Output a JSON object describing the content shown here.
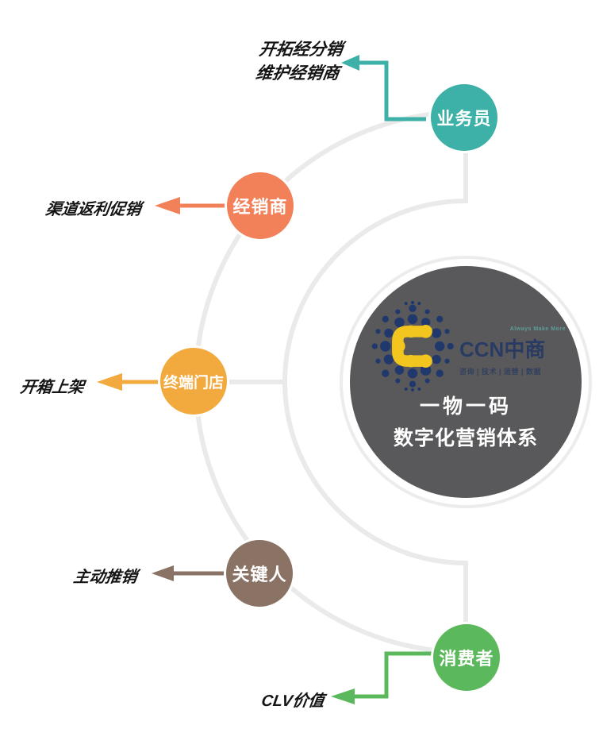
{
  "center_badge": {
    "logo": {
      "brand": "CCN中商",
      "slogan": "Always Make More",
      "tagline": "咨询 | 技术 | 运营 | 数据"
    },
    "title_line1": "一物一码",
    "title_line2": "数字化营销体系"
  },
  "nodes": [
    {
      "label": "业务员",
      "color": "#3DB1A8"
    },
    {
      "label": "经销商",
      "color": "#F2815A"
    },
    {
      "label": "终端门店",
      "color": "#F2A93D"
    },
    {
      "label": "关键人",
      "color": "#8A7265"
    },
    {
      "label": "消费者",
      "color": "#5CB85C"
    }
  ],
  "annotations": [
    {
      "line1": "开拓经分销",
      "line2": "维护经销商"
    },
    {
      "text": "渠道返利促销"
    },
    {
      "text": "开箱上架"
    },
    {
      "text": "主动推销"
    },
    {
      "text": "CLV价值"
    }
  ],
  "colors": {
    "center_circle": "#59595B",
    "wire_gray": "#EAEAEA",
    "logo_navy": "#20386B",
    "logo_yellow": "#F3C51F",
    "annotation_text": "#141414"
  }
}
